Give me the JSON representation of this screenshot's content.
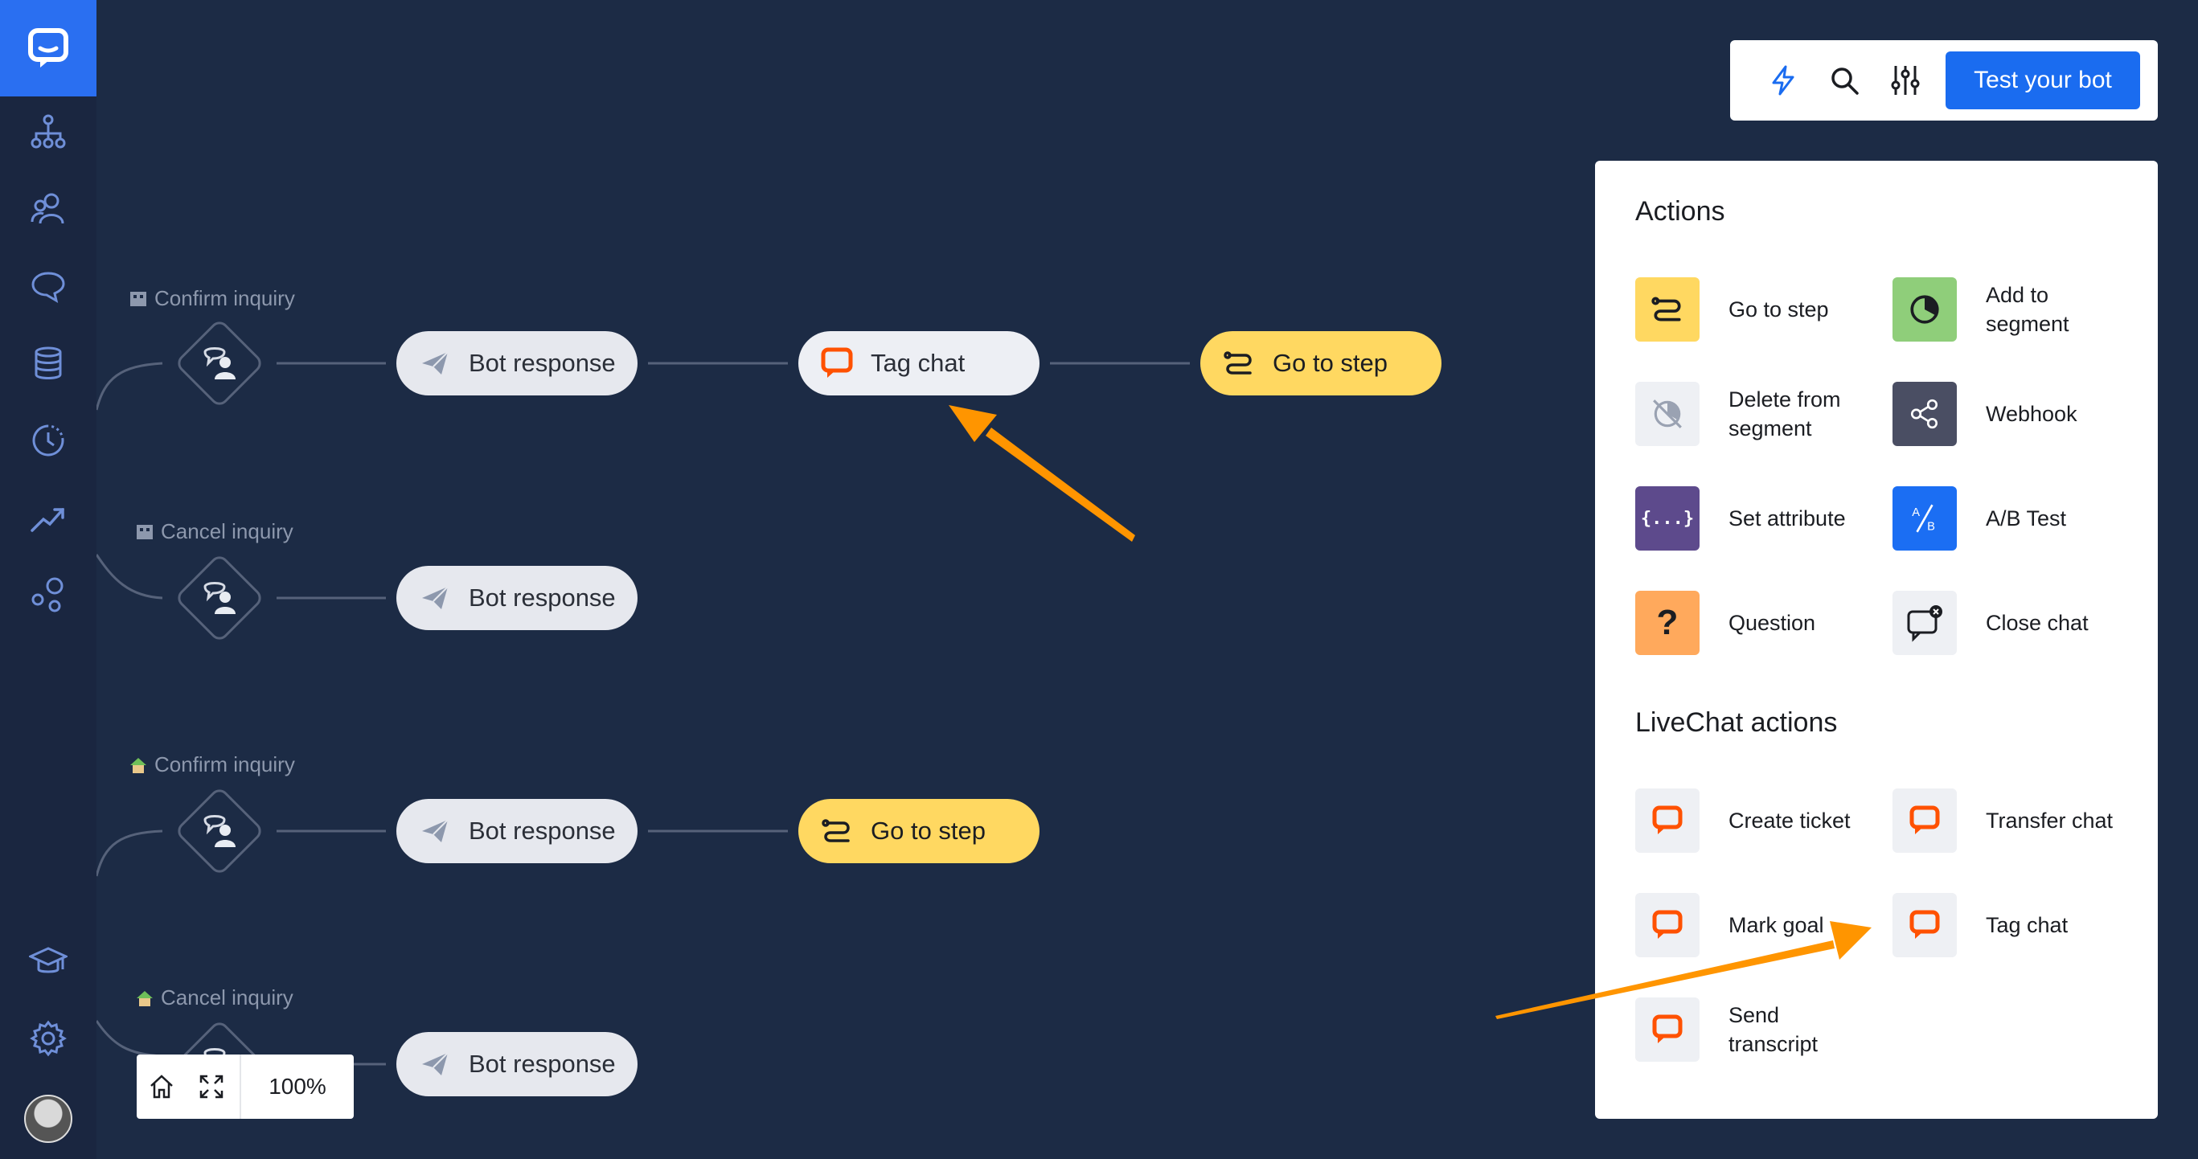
{
  "sidebar": {
    "items": [
      {
        "icon": "bot-flow-icon"
      },
      {
        "icon": "users-icon"
      },
      {
        "icon": "chat-bubble-icon"
      },
      {
        "icon": "database-icon"
      },
      {
        "icon": "history-icon"
      },
      {
        "icon": "reports-icon"
      },
      {
        "icon": "integrations-icon"
      },
      {
        "icon": "academy-icon"
      },
      {
        "icon": "settings-icon"
      }
    ]
  },
  "flow": {
    "triggers": [
      {
        "label": "Confirm inquiry"
      },
      {
        "label": "Cancel inquiry"
      },
      {
        "label": "Confirm inquiry"
      },
      {
        "label": "Cancel inquiry"
      }
    ],
    "nodes": {
      "bot_response": "Bot response",
      "tag_chat": "Tag chat",
      "go_to_step": "Go to step"
    }
  },
  "toolbar": {
    "test_button": "Test your bot",
    "icons": [
      "lightning-icon",
      "search-icon",
      "sliders-icon"
    ]
  },
  "panel": {
    "actions_title": "Actions",
    "actions": [
      {
        "label": "Go to step",
        "color": "#ffd861"
      },
      {
        "label": "Add to segment",
        "color": "#8fce7a"
      },
      {
        "label": "Delete from segment",
        "color": "#eef0f4"
      },
      {
        "label": "Webhook",
        "color": "#4a4e63"
      },
      {
        "label": "Set attribute",
        "color": "#5d4a8c"
      },
      {
        "label": "A/B Test",
        "color": "#1b6ef3"
      },
      {
        "label": "Question",
        "color": "#ffa95c"
      },
      {
        "label": "Close chat",
        "color": "#eef0f4"
      }
    ],
    "livechat_title": "LiveChat actions",
    "livechat_actions": [
      {
        "label": "Create ticket"
      },
      {
        "label": "Transfer chat"
      },
      {
        "label": "Mark goal"
      },
      {
        "label": "Tag chat"
      },
      {
        "label": "Send transcript"
      }
    ],
    "livechat_icon_color": "#ff5100"
  },
  "zoom": {
    "value": "100%"
  },
  "colors": {
    "accent": "#1a6cf0",
    "arrow": "#ff9500"
  }
}
